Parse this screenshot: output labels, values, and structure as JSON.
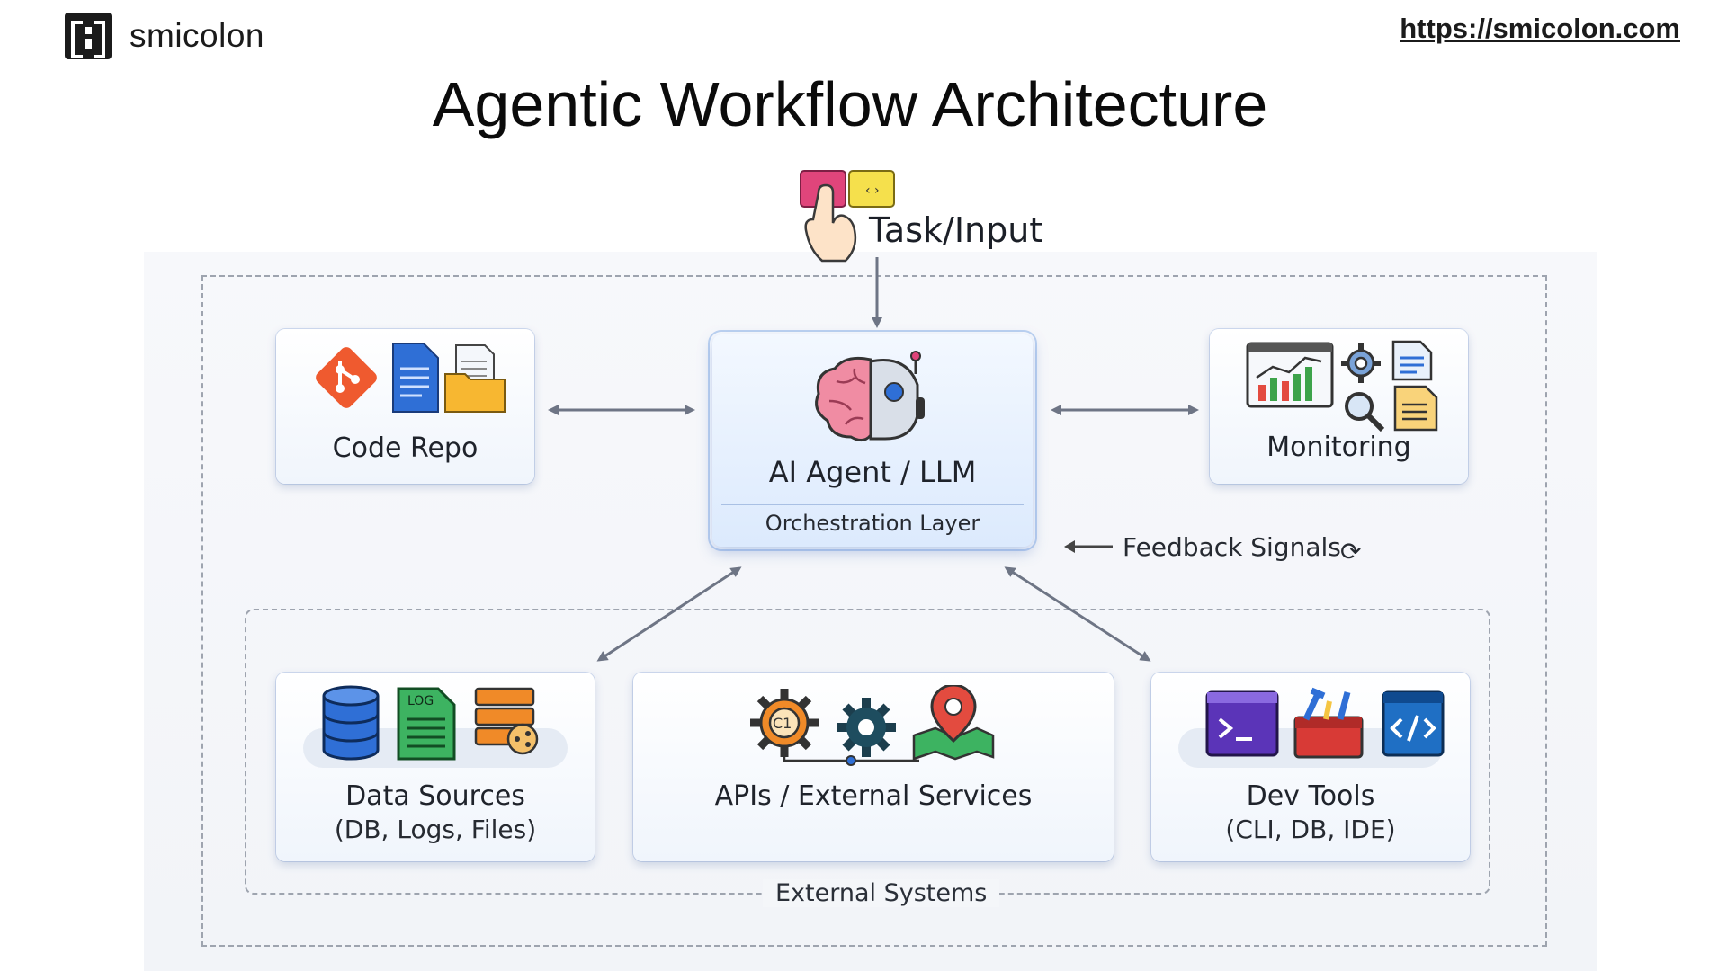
{
  "header": {
    "brand_name": "smicolon",
    "url": "https://smicolon.com"
  },
  "title": "Agentic Workflow Architecture",
  "input": {
    "label": "Task/Input",
    "icon": "pointer-hand-icon"
  },
  "agent": {
    "label": "AI Agent / LLM",
    "sub": "Orchestration Layer",
    "icon": "brain-robot-icon"
  },
  "code_repo": {
    "label": "Code Repo",
    "icons": [
      "git-icon",
      "document-icon",
      "folder-icon"
    ]
  },
  "monitoring": {
    "label": "Monitoring",
    "icons": [
      "dashboard-chart-icon",
      "gear-icon",
      "magnifier-icon",
      "report-icon"
    ]
  },
  "feedback": {
    "label": "Feedback Signals",
    "icon": "refresh-icon"
  },
  "external": {
    "label": "External Systems",
    "data_sources": {
      "label": "Data Sources",
      "sub": "(DB, Logs, Files)",
      "log_tag": "LOG"
    },
    "apis": {
      "label": "APIs / External Services",
      "api_tag": "C1"
    },
    "dev_tools": {
      "label": "Dev Tools",
      "sub": "(CLI, DB, IDE)"
    }
  },
  "colors": {
    "accent_blue": "#2f6fd6",
    "git_orange": "#ef5a2f",
    "arrow_gray": "#6e7585",
    "key_pink": "#e0457b",
    "key_yellow": "#f5e04c"
  }
}
